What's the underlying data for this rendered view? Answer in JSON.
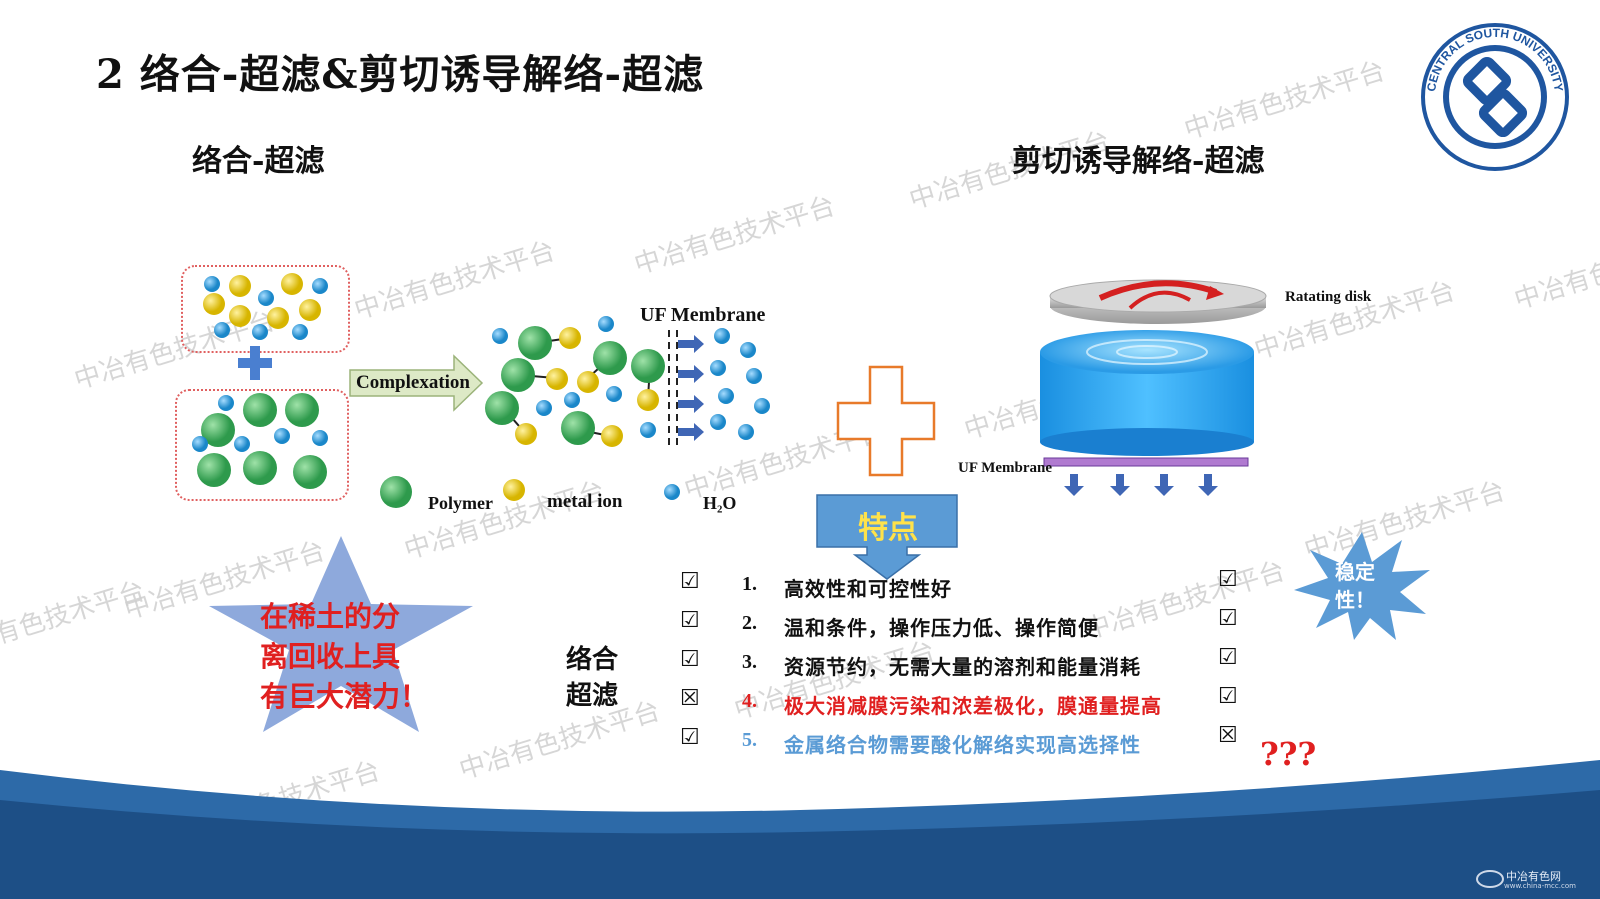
{
  "slide": {
    "title": "2 络合-超滤&剪切诱导解络-超滤",
    "left_heading": "络合-超滤",
    "right_heading": "剪切诱导解络-超滤"
  },
  "left_diagram": {
    "arrow_label": "Complexation",
    "membrane_label": "UF Membrane",
    "legend": {
      "polymer": "Polymer",
      "metal": "metal ion",
      "water": "H₂O"
    }
  },
  "right_diagram": {
    "disk_label": "Ratating disk",
    "membrane_label": "UF Membrane"
  },
  "feature_box": {
    "label": "特点"
  },
  "star_text": {
    "line1": "在稀土的分",
    "line2": "离回收上具",
    "line3": "有巨大潜力！"
  },
  "burst_text": {
    "line1": "稳定",
    "line2": "性！"
  },
  "side_label": {
    "line1": "络合",
    "line2": "超滤"
  },
  "features": [
    {
      "num": "1.",
      "text": "高效性和可控性好",
      "left": "☑",
      "right": "☑",
      "color": "#111111"
    },
    {
      "num": "2.",
      "text": "温和条件，操作压力低、操作简便",
      "left": "☑",
      "right": "☑",
      "color": "#111111"
    },
    {
      "num": "3.",
      "text": "资源节约，无需大量的溶剂和能量消耗",
      "left": "☑",
      "right": "☑",
      "color": "#111111"
    },
    {
      "num": "4.",
      "text": "极大消减膜污染和浓差极化，膜通量提高",
      "left": "☒",
      "right": "☑",
      "color": "#e02020"
    },
    {
      "num": "5.",
      "text": "金属络合物需要酸化解络实现高选择性",
      "left": "☑",
      "right": "☒",
      "color": "#5a9bd5"
    }
  ],
  "question_marks": "???",
  "logo": {
    "text": "CENTRAL SOUTH UNIVERSITY"
  },
  "footer": {
    "brand": "中冶有色网",
    "url": "www.china-mcc.com"
  },
  "watermark": "中冶有色技术平台",
  "colors": {
    "band": "#1d4f86",
    "band_light": "#2d6aa8",
    "feature_box": "#5b9bd5",
    "plus": "#e87a2a"
  }
}
